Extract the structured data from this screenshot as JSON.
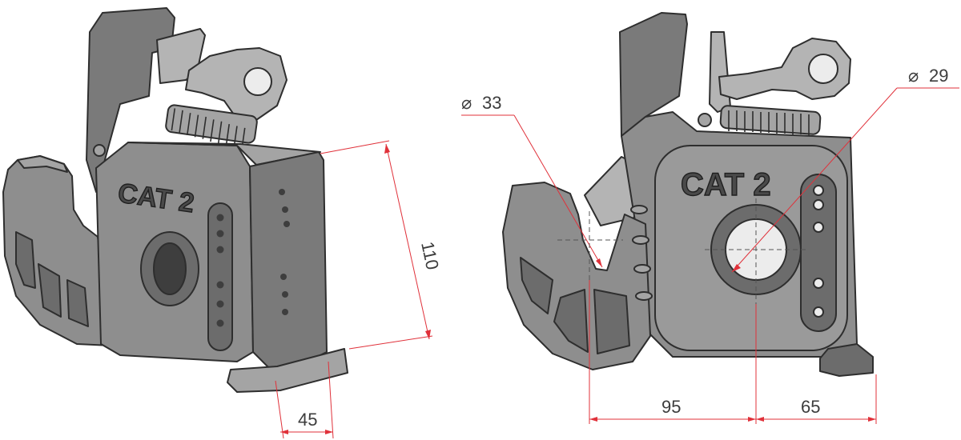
{
  "left_view": {
    "marking": "CAT 2",
    "dimensions": {
      "height": "110",
      "width": "45"
    }
  },
  "right_view": {
    "marking": "CAT 2",
    "dimensions": {
      "hook_diameter": "33",
      "bore_diameter": "29",
      "hook_to_bore": "95",
      "bore_to_edge": "65"
    }
  },
  "diameter_symbol": "⌀",
  "colors": {
    "dimension_lines": "#e0313a",
    "part_body": "#8e8e8e",
    "background": "#ffffff"
  }
}
